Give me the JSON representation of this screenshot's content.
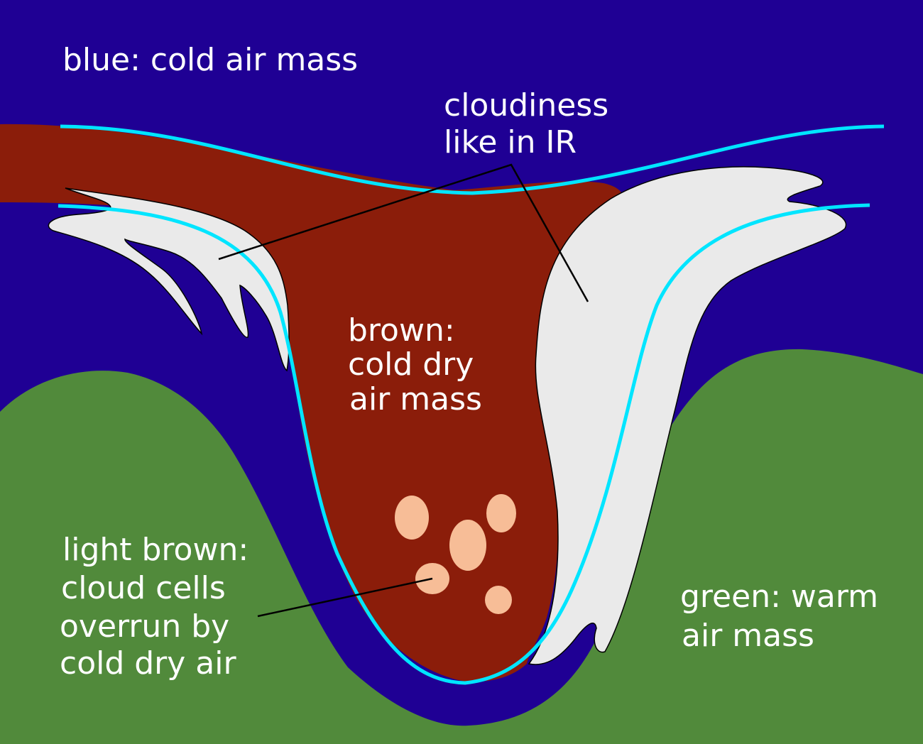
{
  "labels": {
    "blue": "blue: cold air mass",
    "cloudiness_line1": "cloudiness",
    "cloudiness_line2": "like in IR",
    "brown_line1": "brown:",
    "brown_line2": "cold dry",
    "brown_line3": "air mass",
    "lightbrown_line1": "light brown:",
    "lightbrown_line2": "cloud cells",
    "lightbrown_line3": "overrun by",
    "lightbrown_line4": "cold dry air",
    "green_line1": "green: warm",
    "green_line2": "air mass"
  },
  "colors": {
    "cold_air": "#1f0094",
    "cold_dry_air": "#8b1d0a",
    "warm_air": "#518a3b",
    "cloud": "#eaeaea",
    "boundary": "#00e5ff",
    "cloud_cells": "#f7bd97"
  }
}
